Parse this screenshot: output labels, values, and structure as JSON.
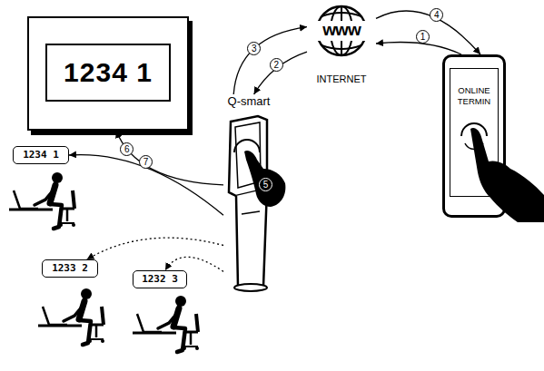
{
  "diagram": {
    "nodes": [
      {
        "text": [
          "1234 1"
        ]
      },
      {
        "text": [
          "www",
          "INTERNET"
        ]
      },
      {
        "text": [
          "ONLINE TERMIN"
        ]
      },
      {
        "text": [
          "Q-smart"
        ]
      },
      {
        "text": [
          "1234 1"
        ]
      },
      {
        "text": [
          "1233 2"
        ]
      },
      {
        "text": [
          "1232 3"
        ]
      }
    ],
    "edges": [
      {
        "from": 2,
        "to": 1,
        "label": "1",
        "arrow": "to"
      },
      {
        "from": 1,
        "to": 3,
        "label": "2",
        "arrow": "to"
      },
      {
        "from": 3,
        "to": 1,
        "label": "3",
        "arrow": "to"
      },
      {
        "from": 1,
        "to": 2,
        "label": "4",
        "arrow": "to"
      },
      {
        "from": 3,
        "to": 0,
        "label": "6",
        "arrow": "to"
      },
      {
        "from": 3,
        "to": 4,
        "label": "7",
        "arrow": "to"
      },
      {
        "from": 3,
        "to": 5,
        "arrow": "to"
      },
      {
        "from": 3,
        "to": 6,
        "arrow": "to"
      }
    ],
    "labels": [
      "5"
    ]
  }
}
